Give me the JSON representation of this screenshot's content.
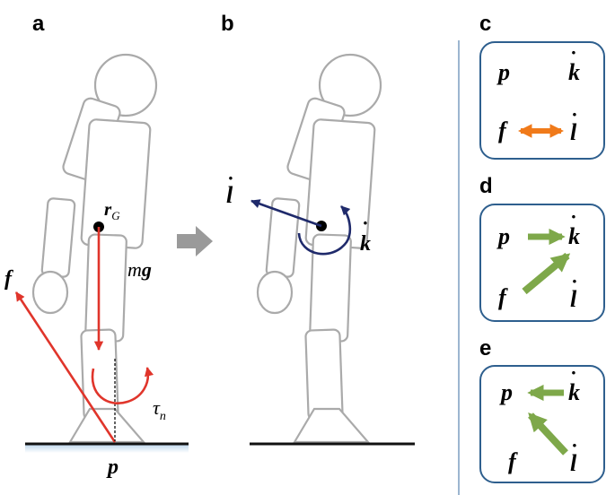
{
  "panels": {
    "a": {
      "letter": "a",
      "labels": {
        "rG": "r",
        "rG_sub": "G",
        "f": "f",
        "mg_m": "m",
        "mg_g": "g",
        "tau": "τ",
        "tau_sub": "n",
        "p": "p"
      }
    },
    "b": {
      "letter": "b",
      "labels": {
        "l": "l",
        "k": "k"
      }
    },
    "c": {
      "letter": "c",
      "labels": {
        "p": "p",
        "k": "k",
        "f": "f",
        "l": "l"
      }
    },
    "d": {
      "letter": "d",
      "labels": {
        "p": "p",
        "k": "k",
        "f": "f",
        "l": "l"
      }
    },
    "e": {
      "letter": "e",
      "labels": {
        "p": "p",
        "k": "k",
        "f": "f",
        "l": "l"
      }
    }
  },
  "colors": {
    "force_arrow": "#e0352b",
    "momentum_arrow": "#1f2a6b",
    "panel_c_arrow": "#f07a1a",
    "panel_de_arrow": "#7ea84a",
    "transition_arrow": "#9a9a9a",
    "box_border": "#2e5f8e",
    "robot_outline": "#aaaaaa",
    "ground_shadow": "#b9d3ea"
  },
  "icons": {
    "transition": "right-arrow-icon"
  }
}
